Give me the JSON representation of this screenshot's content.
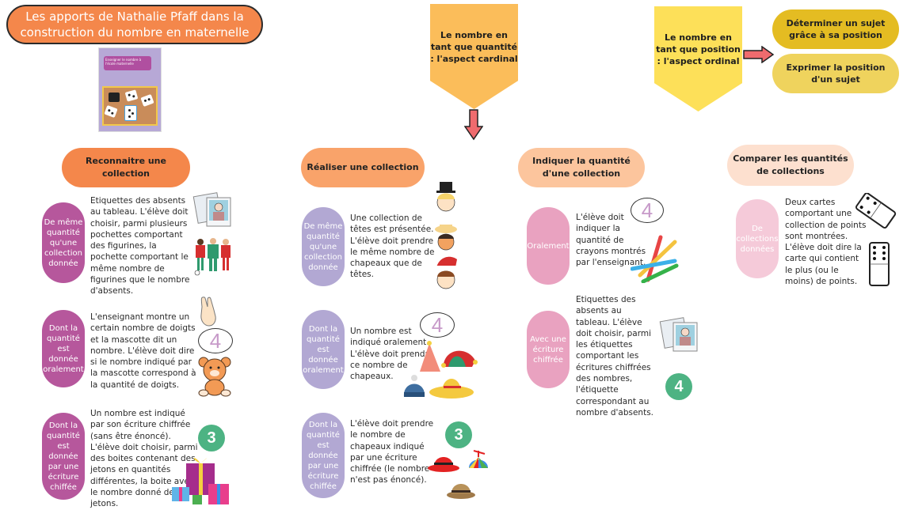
{
  "title": "Les apports de Nathalie Pfaff dans la construction du nombre en maternelle",
  "book": {
    "title": "Enseigner le nombre à l'école maternelle"
  },
  "cardinal": {
    "label": "Le nombre en tant que quantité : l'aspect cardinal"
  },
  "ordinal": {
    "label": "Le nombre en tant que position : l'aspect ordinal",
    "items": [
      "Déterminer un sujet grâce à sa position",
      "Exprimer la position d'un sujet"
    ]
  },
  "columns": [
    {
      "title": "Reconnaitre une collection",
      "color": "#f4874b",
      "sub_color": "#b6579c",
      "rows": [
        {
          "pill": "De même quantité qu'une collection donnée",
          "text": "Etiquettes des absents au tableau. L'élève doit choisir, parmi plusieurs pochettes comportant des figurines, la pochette comportant le même nombre de figurines que le nombre d'absents."
        },
        {
          "pill": "Dont la quantité est donnée oralement",
          "text": "L'enseignant montre un certain nombre de doigts et la mascotte dit un nombre. L'élève doit dire si le nombre indiqué par la mascotte correspond à la quantité de doigts.",
          "bubble": "4"
        },
        {
          "pill": "Dont la quantité est donnée par une écriture chiffée",
          "text": "Un nombre est indiqué par son écriture chiffrée (sans être énoncé). L'élève doit choisir, parmi des boites contenant des jetons en quantités différentes, la boite avec le nombre donné de jetons.",
          "badge": "3"
        }
      ]
    },
    {
      "title": "Réaliser une collection",
      "color": "#f9a36a",
      "sub_color": "#b2a8d3",
      "rows": [
        {
          "pill": "De même quantité qu'une collection donnée",
          "text": "Une collection de têtes est présentée. L'élève doit prendre le même nombre de chapeaux que de têtes."
        },
        {
          "pill": "Dont la quantité est donnée oralement",
          "text": "Un nombre est indiqué oralement. L'élève doit prendre ce nombre de chapeaux.",
          "bubble": "4"
        },
        {
          "pill": "Dont la quantité est donnée par une écriture chiffée",
          "text": "L'élève doit prendre le nombre de chapeaux indiqué par une écriture chiffrée (le nombre n'est pas énoncé).",
          "badge": "3"
        }
      ]
    },
    {
      "title": "Indiquer la quantité d'une collection",
      "color": "#fcc59d",
      "sub_color": "#e9a2c0",
      "rows": [
        {
          "pill": "Oralement",
          "text": "L'élève doit indiquer la quantité de crayons montrés par l'enseignant.",
          "bubble": "4"
        },
        {
          "pill": "Avec une écriture chiffrée",
          "text": "Etiquettes des absents au tableau. L'élève doit choisir, parmi les étiquettes comportant les écritures chiffrées des nombres, l'étiquette correspondant au nombre d'absents.",
          "badge": "4"
        }
      ]
    },
    {
      "title": "Comparer les quantités de collections",
      "color": "#fde0cf",
      "sub_color": "#f5cad9",
      "rows": [
        {
          "pill": "De collections données",
          "text": "Deux cartes comportant une collection de points sont montrées. L'élève doit dire la carte qui contient le plus (ou le moins) de points."
        }
      ]
    }
  ]
}
